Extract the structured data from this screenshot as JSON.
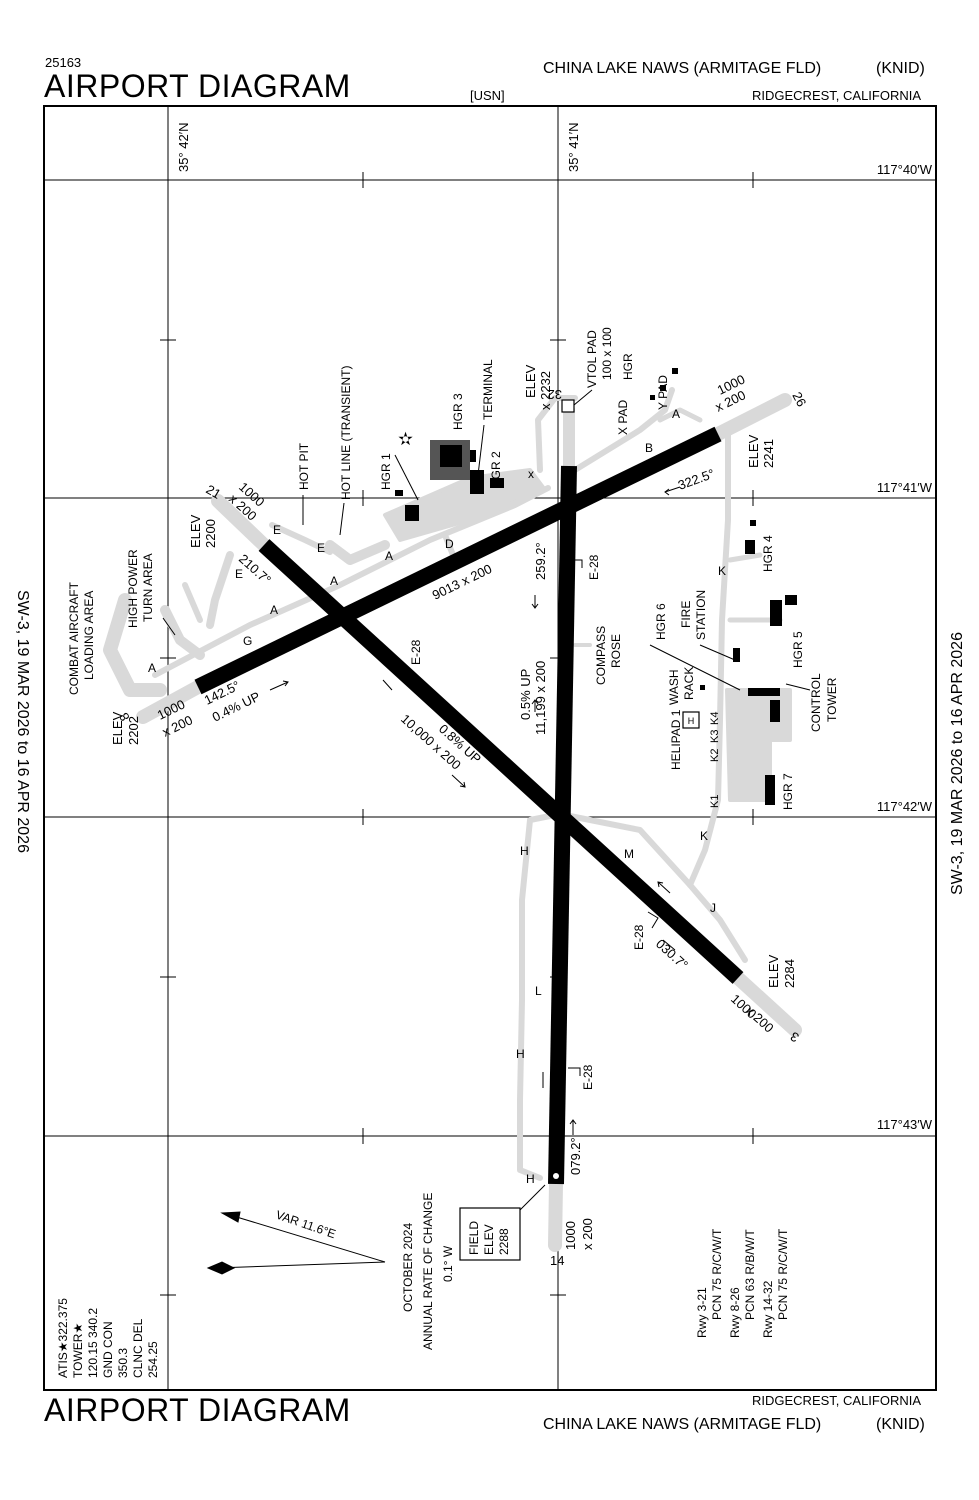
{
  "header": {
    "doc_number": "25163",
    "title": "AIRPORT DIAGRAM",
    "airport_name": "CHINA LAKE NAWS (ARMITAGE FLD)",
    "ident": "(KNID)",
    "operator": "[USN]",
    "location": "RIDGECREST, CALIFORNIA"
  },
  "footer": {
    "title": "AIRPORT DIAGRAM",
    "location": "RIDGECREST, CALIFORNIA",
    "airport_name": "CHINA LAKE NAWS (ARMITAGE FLD)",
    "ident": "(KNID)"
  },
  "effective": "SW-3, 19 MAR 2026  to  16 APR 2026",
  "grid": {
    "lat_labels": [
      "35° 42′N",
      "35° 41′N"
    ],
    "lon_labels": [
      "117°40′W",
      "117°41′W",
      "117°42′W",
      "117°43′W"
    ]
  },
  "runways": {
    "rwy_3_21": {
      "end_a": "3",
      "end_b": "21",
      "size": "10,000 x 200",
      "slope": "0.8% UP",
      "hdg_a": "030.7°",
      "hdg_b": "210.7°",
      "elev_a": [
        "ELEV",
        "2284"
      ],
      "elev_b": [
        "ELEV",
        "2200"
      ],
      "overrun": [
        "1000",
        "x 200"
      ]
    },
    "rwy_8_26": {
      "end_a": "8",
      "end_b": "26",
      "size": "9013 x 200",
      "slope": "0.4% UP",
      "hdg_a": "142.5°",
      "hdg_b": "322.5°",
      "elev_a": [
        "ELEV",
        "2202"
      ],
      "elev_b": [
        "ELEV",
        "2241"
      ],
      "overrun": [
        "1000",
        "x 200"
      ]
    },
    "rwy_14_32": {
      "end_a": "14",
      "end_b": "32",
      "size": "11,199 x 200",
      "slope": "0.5% UP",
      "hdg_a": "259.2°",
      "hdg_b": "079.2°",
      "elev_b": [
        "ELEV",
        "x 2232"
      ],
      "overrun": [
        "1000",
        "x 200"
      ]
    }
  },
  "compass_rose_label": [
    "COMPASS",
    "ROSE"
  ],
  "e28": "E-28",
  "taxiways": [
    "A",
    "B",
    "D",
    "E",
    "G",
    "H",
    "J",
    "K",
    "K1",
    "K2",
    "K3",
    "K4",
    "L",
    "M"
  ],
  "features": {
    "combat_area": [
      "COMBAT AIRCRAFT",
      "LOADING AREA"
    ],
    "high_power": [
      "HIGH POWER",
      "TURN AREA"
    ],
    "hot_pit": "HOT PIT",
    "hot_line": "HOT LINE (TRANSIENT)",
    "hgr1": "HGR 1",
    "hgr2": "HGR 2",
    "hgr3": "HGR 3",
    "hgr4": "HGR 4",
    "hgr5": "HGR 5",
    "hgr6": "HGR 6",
    "hgr7": "HGR 7",
    "hgr": "HGR",
    "terminal": "TERMINAL",
    "vtol": [
      "VTOL PAD",
      "100 x 100"
    ],
    "x_pad": "X PAD",
    "y_pad": "Y PAD",
    "fire": [
      "FIRE",
      "STATION"
    ],
    "wash": [
      "WASH",
      "RACK"
    ],
    "helipad": "HELIPAD 1",
    "tower": [
      "CONTROL",
      "TOWER"
    ],
    "x_marker": "x",
    "helipad_symbol": "H"
  },
  "field_elev": [
    "FIELD",
    "ELEV",
    "2288"
  ],
  "variation": "VAR 11.6°E",
  "annual_change": [
    "OCTOBER 2024",
    "ANNUAL RATE OF CHANGE",
    "0.1° W"
  ],
  "frequencies": [
    "ATIS★322.375",
    "TOWER★",
    "120.15  340.2",
    "GND CON",
    "350.3",
    "CLNC DEL",
    "254.25"
  ],
  "pcn": [
    "Rwy 3-21",
    "PCN 75 R/C/W/T",
    "Rwy 8-26",
    "PCN 63 R/B/W/T",
    "Rwy 14-32",
    "PCN 75 R/C/W/T"
  ],
  "colors": {
    "runway": "#000000",
    "taxiway": "#d9d9d9",
    "grid": "#000000",
    "background": "#ffffff"
  }
}
